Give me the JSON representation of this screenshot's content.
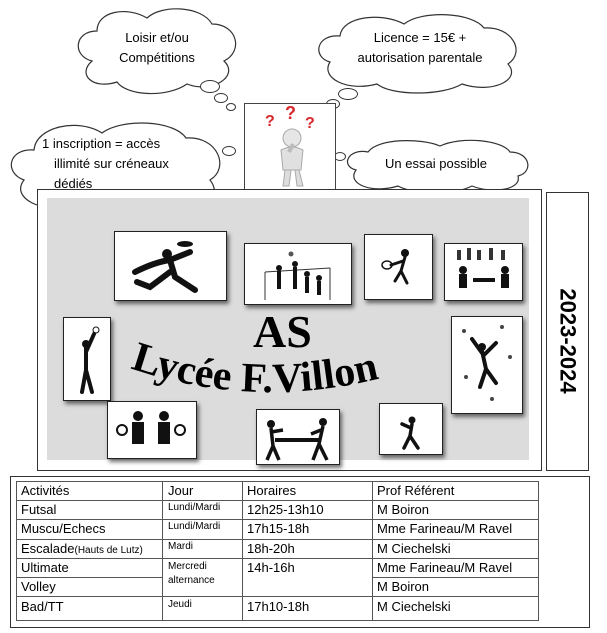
{
  "clouds": {
    "loisir": "Loisir et/ou\nCompétitions",
    "licence_l1": "Licence = 15€ +",
    "licence_l2": "autorisation parentale",
    "inscription_l1": "1 inscription = accès",
    "inscription_l2": "illimité sur créneaux",
    "inscription_l3": "dédiés",
    "essai": "Un essai possible"
  },
  "thinker_marks": "? ? ?",
  "title": {
    "as": "AS",
    "lycee": "Lycée F.Villon"
  },
  "year": "2023-2024",
  "table": {
    "headers": [
      "Activités",
      "Jour",
      "Horaires",
      "Prof Référent"
    ],
    "rows": [
      {
        "activity": "Futsal",
        "activity_note": "",
        "day": "Lundi/Mardi",
        "hours": "12h25-13h10",
        "prof": "M Boiron"
      },
      {
        "activity": "Muscu/Echecs",
        "activity_note": "",
        "day": "Lundi/Mardi",
        "hours": "17h15-18h",
        "prof": "Mme Farineau/M Ravel"
      },
      {
        "activity": "Escalade",
        "activity_note": "(Hauts de Lutz)",
        "day": "Mardi",
        "hours": "18h-20h",
        "prof": "M Ciechelski"
      },
      {
        "activity": "Ultimate",
        "activity_note": "",
        "day": "Mercredi",
        "hours": "14h-16h",
        "prof": "Mme Farineau/M Ravel"
      },
      {
        "activity": "Volley",
        "activity_note": "",
        "day": "alternance",
        "hours": "",
        "prof": "M Boiron"
      },
      {
        "activity": "Bad/TT",
        "activity_note": "",
        "day": "Jeudi",
        "hours": "17h10-18h",
        "prof": "M Ciechelski"
      }
    ]
  },
  "colors": {
    "question_mark": "#d9262b",
    "panel_gray": "#dcdcdc"
  },
  "icons": [
    "frisbee-icon",
    "volleyball-icon",
    "tennis-icon",
    "chess-icon",
    "basketball-icon",
    "climbing-icon",
    "weightlifting-icon",
    "table-tennis-icon",
    "badminton-icon",
    "thinking-person-icon"
  ]
}
